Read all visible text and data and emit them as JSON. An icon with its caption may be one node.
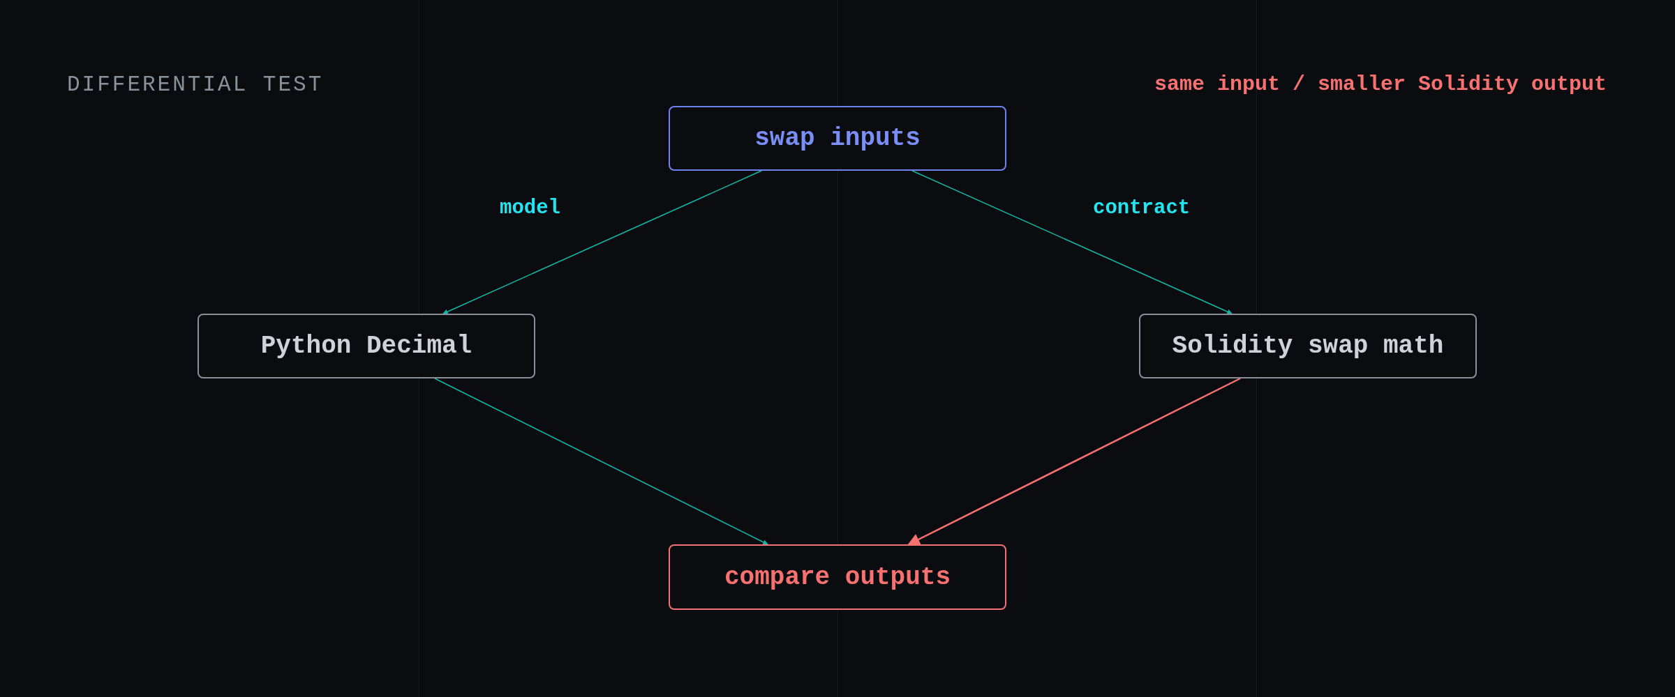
{
  "diagram": {
    "title": "DIFFERENTIAL TEST",
    "nodes": [
      {
        "text": [
          "swap inputs"
        ]
      },
      {
        "text": [
          "Python Decimal"
        ]
      },
      {
        "text": [
          "Solidity swap math"
        ]
      },
      {
        "text": [
          "compare outputs"
        ]
      }
    ],
    "edges": [
      {
        "from": 0,
        "to": 1,
        "arrow": "to",
        "label": "model"
      },
      {
        "from": 0,
        "to": 2,
        "arrow": "to",
        "label": "contract"
      },
      {
        "from": 1,
        "to": 3,
        "arrow": "to"
      },
      {
        "from": 2,
        "to": 3,
        "arrow": "to",
        "color": "#f87171"
      }
    ],
    "labels": [
      "same input / smaller Solidity output"
    ]
  }
}
